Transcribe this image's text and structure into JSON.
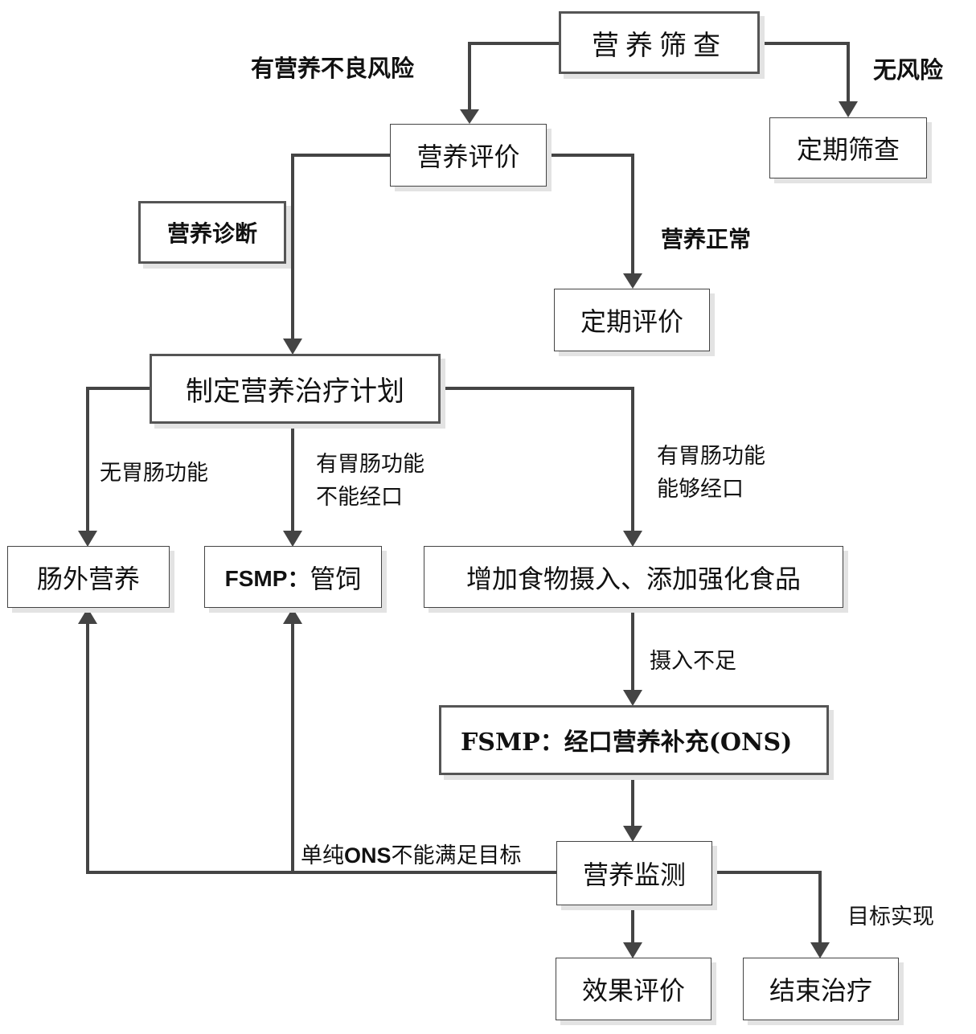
{
  "nodes": {
    "screening": "营养筛查",
    "periodic_screening": "定期筛查",
    "assessment": "营养评价",
    "diagnosis": "营养诊断",
    "periodic_assessment": "定期评价",
    "plan": "制定营养治疗计划",
    "parenteral": "肠外营养",
    "tube_prefix": "FSMP：",
    "tube_suffix": "管饲",
    "food_intake": "增加食物摄入、添加强化食品",
    "ons": "FSMP：经口营养补充(ONS)",
    "monitoring": "营养监测",
    "effect_evaluation": "效果评价",
    "end_treatment": "结束治疗"
  },
  "edge_labels": {
    "risk": "有营养不良风险",
    "no_risk": "无风险",
    "normal": "营养正常",
    "no_gi": "无胃肠功能",
    "gi_no_oral_1": "有胃肠功能",
    "gi_no_oral_2": "不能经口",
    "gi_oral_1": "有胃肠功能",
    "gi_oral_2": "能够经口",
    "insufficient": "摄入不足",
    "ons_fail_pre": "单纯",
    "ons_fail_bold": "ONS",
    "ons_fail_post": "不能满足目标",
    "goal_met": "目标实现"
  },
  "colors": {
    "line": "#444444",
    "shadow": "#e3e3e3"
  }
}
